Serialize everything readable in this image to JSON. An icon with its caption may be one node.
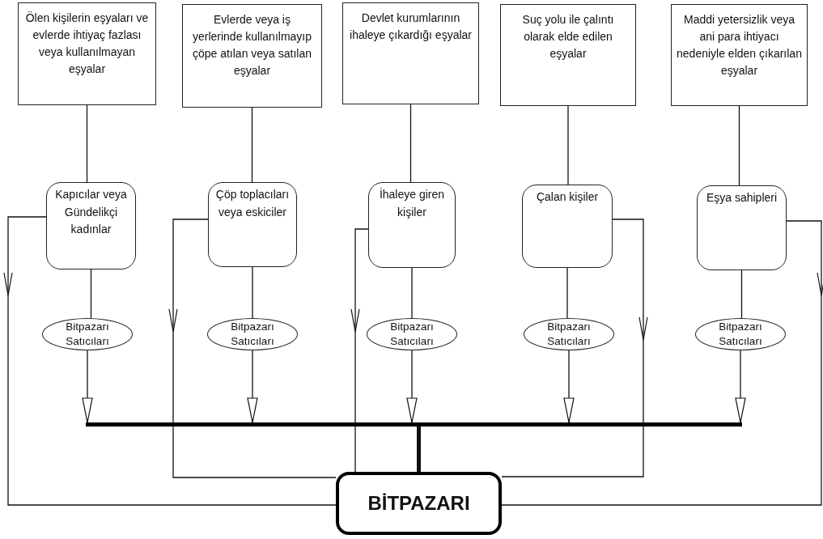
{
  "diagram": {
    "nodes": [
      {
        "text": [
          "Ölen kişilerin eşyaları ve evlerde ihtiyaç fazlası veya kullanılmayan eşyalar"
        ]
      },
      {
        "text": [
          "Evlerde veya iş yerlerinde kullanılmayıp çöpe atılan veya satılan eşyalar"
        ]
      },
      {
        "text": [
          "Devlet kurumlarının ihaleye çıkardığı eşyalar"
        ]
      },
      {
        "text": [
          "Suç yolu ile çalıntı olarak elde edilen eşyalar"
        ]
      },
      {
        "text": [
          "Maddi yetersizlik veya ani para ihtiyacı nedeniyle elden çıkarılan eşyalar"
        ]
      },
      {
        "text": [
          "Kapıcılar veya Gündelikçi kadınlar"
        ]
      },
      {
        "text": [
          "Çöp toplacıları veya eskiciler"
        ]
      },
      {
        "text": [
          "İhaleye giren kişiler"
        ]
      },
      {
        "text": [
          "Çalan kişiler"
        ]
      },
      {
        "text": [
          "Eşya sahipleri"
        ]
      },
      {
        "text": [
          "Bitpazarı Satıcıları"
        ]
      },
      {
        "text": [
          "Bitpazarı Satıcıları"
        ]
      },
      {
        "text": [
          "Bitpazarı Satıcıları"
        ]
      },
      {
        "text": [
          "Bitpazarı Satıcıları"
        ]
      },
      {
        "text": [
          "Bitpazarı Satıcıları"
        ]
      },
      {
        "text": [],
        "shape": "bar"
      },
      {
        "text": [
          "BİTPAZARI"
        ]
      }
    ],
    "edges": [
      {
        "from": 0,
        "to": 5,
        "arrow": "none"
      },
      {
        "from": 1,
        "to": 6,
        "arrow": "none"
      },
      {
        "from": 2,
        "to": 7,
        "arrow": "none"
      },
      {
        "from": 3,
        "to": 8,
        "arrow": "none"
      },
      {
        "from": 4,
        "to": 9,
        "arrow": "none"
      },
      {
        "from": 5,
        "to": 10,
        "arrow": "none"
      },
      {
        "from": 6,
        "to": 11,
        "arrow": "none"
      },
      {
        "from": 7,
        "to": 12,
        "arrow": "none"
      },
      {
        "from": 8,
        "to": 13,
        "arrow": "none"
      },
      {
        "from": 9,
        "to": 14,
        "arrow": "none"
      },
      {
        "from": 10,
        "to": 15,
        "arrow": "to"
      },
      {
        "from": 11,
        "to": 15,
        "arrow": "to"
      },
      {
        "from": 12,
        "to": 15,
        "arrow": "to"
      },
      {
        "from": 13,
        "to": 15,
        "arrow": "to"
      },
      {
        "from": 14,
        "to": 15,
        "arrow": "to"
      },
      {
        "from": 15,
        "to": 16,
        "arrow": "none",
        "style": "thick"
      },
      {
        "from": 5,
        "to": 16,
        "arrow": "to"
      },
      {
        "from": 6,
        "to": 16,
        "arrow": "to"
      },
      {
        "from": 7,
        "to": 16,
        "arrow": "to"
      },
      {
        "from": 8,
        "to": 16,
        "arrow": "to"
      },
      {
        "from": 9,
        "to": 16,
        "arrow": "to"
      }
    ]
  }
}
